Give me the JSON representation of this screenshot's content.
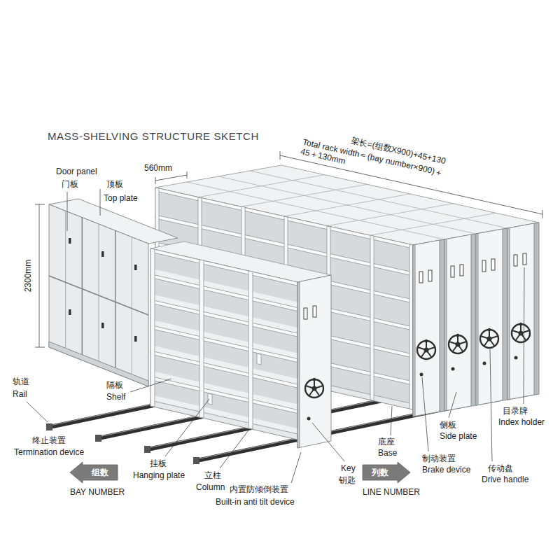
{
  "diagram": {
    "title": "MASS-SHELVING STRUCTURE SKETCH",
    "nodes": [
      {
        "text": [
          "组数",
          "BAY NUMBER"
        ]
      },
      {
        "text": [
          "列数",
          "LINE NUMBER"
        ]
      }
    ],
    "labels": [
      "Door panel",
      "门板",
      "顶板",
      "Top plate",
      "560mm",
      "架长=(组数X900)+45+130",
      "Total rack width＝(bay number×900)＋45＋130mm",
      "2300mm",
      "轨道",
      "Rail",
      "隔板",
      "Shelf",
      "终止装置",
      "Termination device",
      "挂板",
      "Hanging plate",
      "立柱",
      "Column",
      "内置防倾倒装置",
      "Built-in anti tilt device",
      "Key",
      "钥匙",
      "底座",
      "Base",
      "侧板",
      "Side plate",
      "制动装置",
      "Brake device",
      "目录牌",
      "Index holder",
      "传动盘",
      "Drive handle"
    ]
  }
}
